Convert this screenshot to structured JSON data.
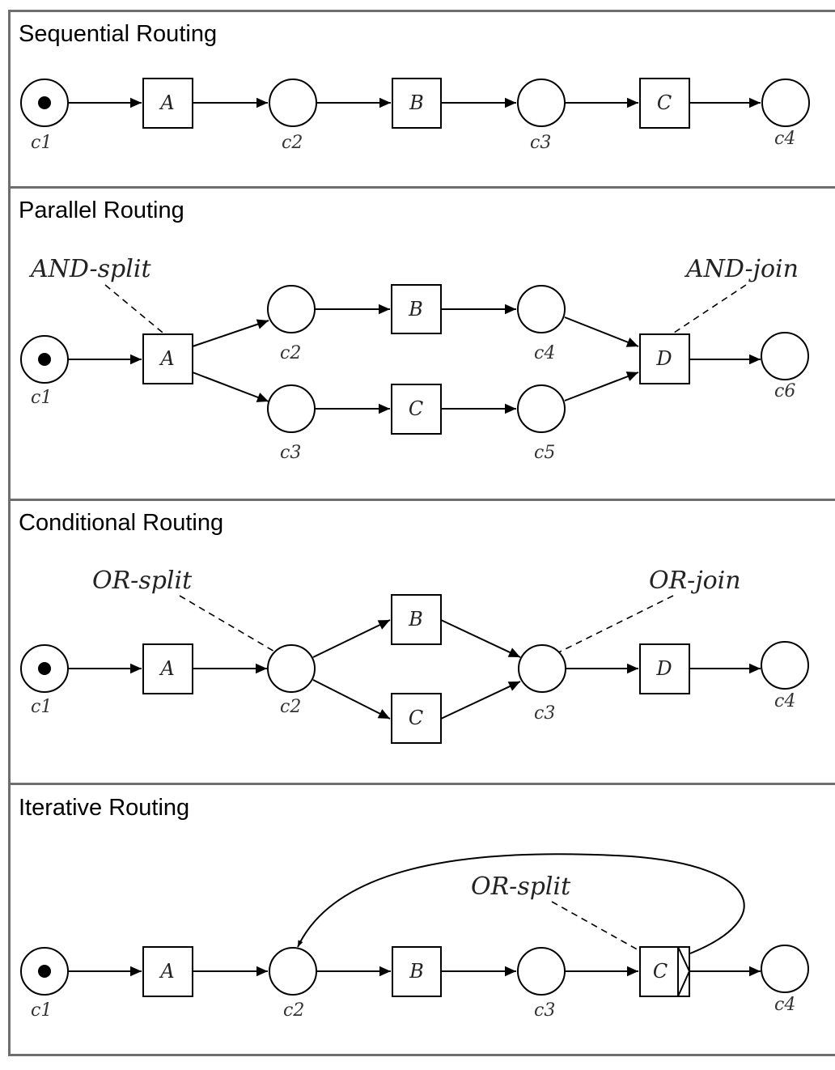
{
  "panels": [
    {
      "title": "Sequential Routing",
      "places": [
        {
          "id": "c1",
          "label": "c1",
          "token": true
        },
        {
          "id": "c2",
          "label": "c2",
          "token": false
        },
        {
          "id": "c3",
          "label": "c3",
          "token": false
        },
        {
          "id": "c4",
          "label": "c4",
          "token": false
        }
      ],
      "transitions": [
        {
          "id": "A",
          "label": "A"
        },
        {
          "id": "B",
          "label": "B"
        },
        {
          "id": "C",
          "label": "C"
        }
      ]
    },
    {
      "title": "Parallel Routing",
      "annotations": [
        "AND-split",
        "AND-join"
      ],
      "places": [
        {
          "id": "c1",
          "label": "c1",
          "token": true
        },
        {
          "id": "c2",
          "label": "c2",
          "token": false
        },
        {
          "id": "c3",
          "label": "c3",
          "token": false
        },
        {
          "id": "c4",
          "label": "c4",
          "token": false
        },
        {
          "id": "c5",
          "label": "c5",
          "token": false
        },
        {
          "id": "c6",
          "label": "c6",
          "token": false
        }
      ],
      "transitions": [
        {
          "id": "A",
          "label": "A"
        },
        {
          "id": "B",
          "label": "B"
        },
        {
          "id": "C",
          "label": "C"
        },
        {
          "id": "D",
          "label": "D"
        }
      ]
    },
    {
      "title": "Conditional Routing",
      "annotations": [
        "OR-split",
        "OR-join"
      ],
      "places": [
        {
          "id": "c1",
          "label": "c1",
          "token": true
        },
        {
          "id": "c2",
          "label": "c2",
          "token": false
        },
        {
          "id": "c3",
          "label": "c3",
          "token": false
        },
        {
          "id": "c4",
          "label": "c4",
          "token": false
        }
      ],
      "transitions": [
        {
          "id": "A",
          "label": "A"
        },
        {
          "id": "B",
          "label": "B"
        },
        {
          "id": "C",
          "label": "C"
        },
        {
          "id": "D",
          "label": "D"
        }
      ]
    },
    {
      "title": "Iterative Routing",
      "annotations": [
        "OR-split"
      ],
      "places": [
        {
          "id": "c1",
          "label": "c1",
          "token": true
        },
        {
          "id": "c2",
          "label": "c2",
          "token": false
        },
        {
          "id": "c3",
          "label": "c3",
          "token": false
        },
        {
          "id": "c4",
          "label": "c4",
          "token": false
        }
      ],
      "transitions": [
        {
          "id": "A",
          "label": "A"
        },
        {
          "id": "B",
          "label": "B"
        },
        {
          "id": "C",
          "label": "C"
        }
      ]
    }
  ]
}
